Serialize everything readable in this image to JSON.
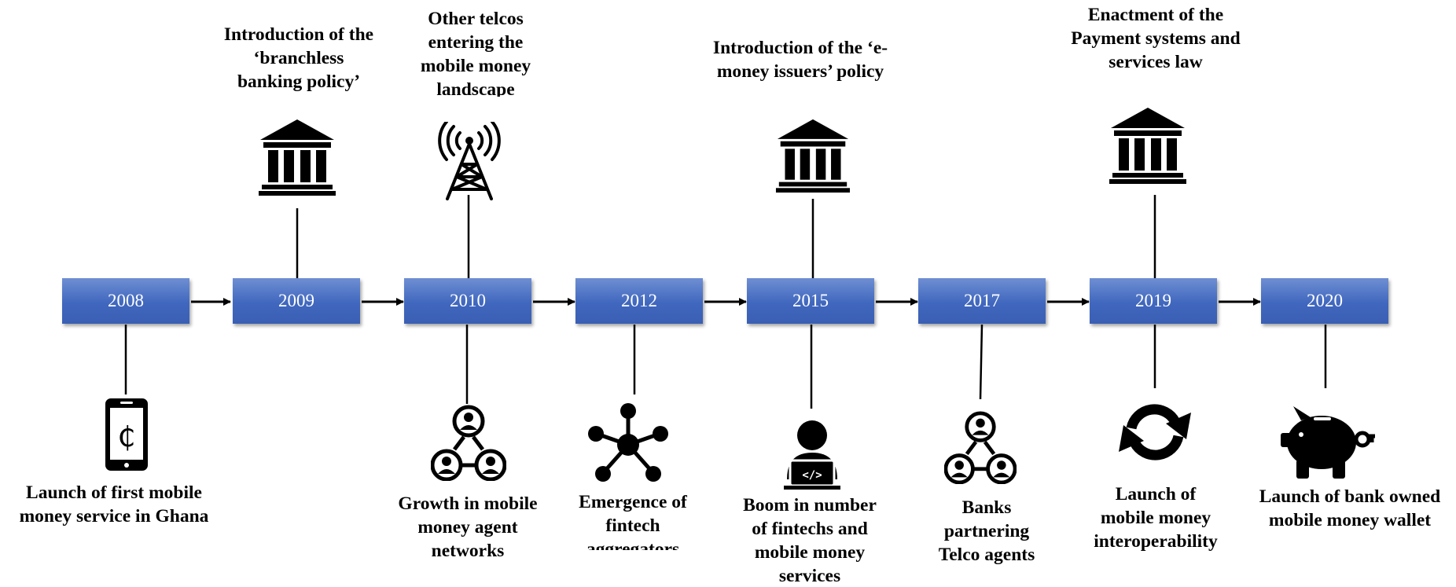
{
  "timeline": {
    "years": [
      "2008",
      "2009",
      "2010",
      "2012",
      "2015",
      "2017",
      "2019",
      "2020"
    ],
    "events": {
      "e2008": "Launch of first mobile\nmoney service in Ghana",
      "e2009": "Introduction of the\n‘branchless\nbanking policy’",
      "e2010_top": "Other telcos\nentering the\nmobile money\nlandscape",
      "e2010_bottom": "Growth in mobile\nmoney agent\nnetworks",
      "e2012": "Emergence of\nfintech\naggregators",
      "e2015_top": "Introduction of the ‘e-\nmoney issuers’ policy",
      "e2015_bottom": "Boom in number\nof fintechs and\nmobile money\nservices",
      "e2017": "Banks\npartnering\nTelco agents",
      "e2019_top": "Enactment of the\nPayment systems  and\nservices law",
      "e2019_bottom": "Launch of\nmobile money\ninteroperability",
      "e2020": "Launch of bank owned\nmobile money wallet"
    },
    "icons": {
      "e2008": "mobile-cedi-icon",
      "e2009": "bank-building-icon",
      "e2010_top": "cell-tower-icon",
      "e2010_bottom": "agent-network-icon",
      "e2012": "network-hub-icon",
      "e2015_top": "bank-building-icon",
      "e2015_bottom": "developer-laptop-icon",
      "e2017": "agent-network-icon",
      "e2019_top": "bank-building-icon",
      "e2019_bottom": "sync-arrows-icon",
      "e2020": "piggy-bank-icon"
    },
    "colors": {
      "year_box": "#4067be",
      "year_text": "#ffffff",
      "line": "#000000"
    }
  }
}
